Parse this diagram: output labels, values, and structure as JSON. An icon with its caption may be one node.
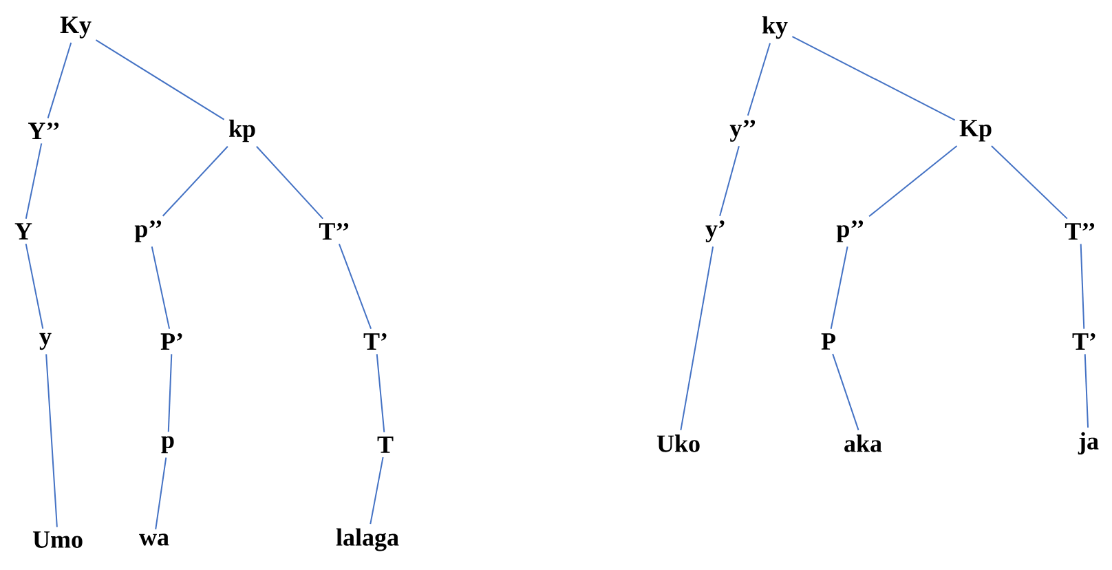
{
  "diagram": {
    "nodes": [
      {
        "text": [
          "Ky"
        ]
      },
      {
        "text": [
          "Y’’"
        ]
      },
      {
        "text": [
          "kp"
        ]
      },
      {
        "text": [
          "Y"
        ]
      },
      {
        "text": [
          "p’’"
        ]
      },
      {
        "text": [
          "T’’"
        ]
      },
      {
        "text": [
          "y"
        ]
      },
      {
        "text": [
          "P’"
        ]
      },
      {
        "text": [
          "T’"
        ]
      },
      {
        "text": [
          "p"
        ]
      },
      {
        "text": [
          "T"
        ]
      },
      {
        "text": [
          "Umo"
        ]
      },
      {
        "text": [
          "wa"
        ]
      },
      {
        "text": [
          "lalaga"
        ]
      },
      {
        "text": [
          "ky"
        ]
      },
      {
        "text": [
          "y’’"
        ]
      },
      {
        "text": [
          "Kp"
        ]
      },
      {
        "text": [
          "y’"
        ]
      },
      {
        "text": [
          "p’’"
        ]
      },
      {
        "text": [
          "T’’"
        ]
      },
      {
        "text": [
          "P"
        ]
      },
      {
        "text": [
          "T’"
        ]
      },
      {
        "text": [
          "Uko"
        ]
      },
      {
        "text": [
          "aka"
        ]
      },
      {
        "text": [
          "ja"
        ]
      }
    ],
    "edges": [
      {
        "from": 0,
        "to": 1,
        "arrow": "none"
      },
      {
        "from": 0,
        "to": 2,
        "arrow": "none"
      },
      {
        "from": 1,
        "to": 3,
        "arrow": "none"
      },
      {
        "from": 3,
        "to": 6,
        "arrow": "none"
      },
      {
        "from": 6,
        "to": 11,
        "arrow": "none"
      },
      {
        "from": 2,
        "to": 4,
        "arrow": "none"
      },
      {
        "from": 2,
        "to": 5,
        "arrow": "none"
      },
      {
        "from": 4,
        "to": 7,
        "arrow": "none"
      },
      {
        "from": 7,
        "to": 9,
        "arrow": "none"
      },
      {
        "from": 9,
        "to": 12,
        "arrow": "none"
      },
      {
        "from": 5,
        "to": 8,
        "arrow": "none"
      },
      {
        "from": 8,
        "to": 10,
        "arrow": "none"
      },
      {
        "from": 10,
        "to": 13,
        "arrow": "none"
      },
      {
        "from": 14,
        "to": 15,
        "arrow": "none"
      },
      {
        "from": 14,
        "to": 16,
        "arrow": "none"
      },
      {
        "from": 15,
        "to": 17,
        "arrow": "none"
      },
      {
        "from": 17,
        "to": 22,
        "arrow": "none"
      },
      {
        "from": 16,
        "to": 18,
        "arrow": "none"
      },
      {
        "from": 16,
        "to": 19,
        "arrow": "none"
      },
      {
        "from": 18,
        "to": 20,
        "arrow": "none"
      },
      {
        "from": 20,
        "to": 23,
        "arrow": "none"
      },
      {
        "from": 19,
        "to": 21,
        "arrow": "none"
      },
      {
        "from": 21,
        "to": 24,
        "arrow": "none"
      }
    ]
  }
}
